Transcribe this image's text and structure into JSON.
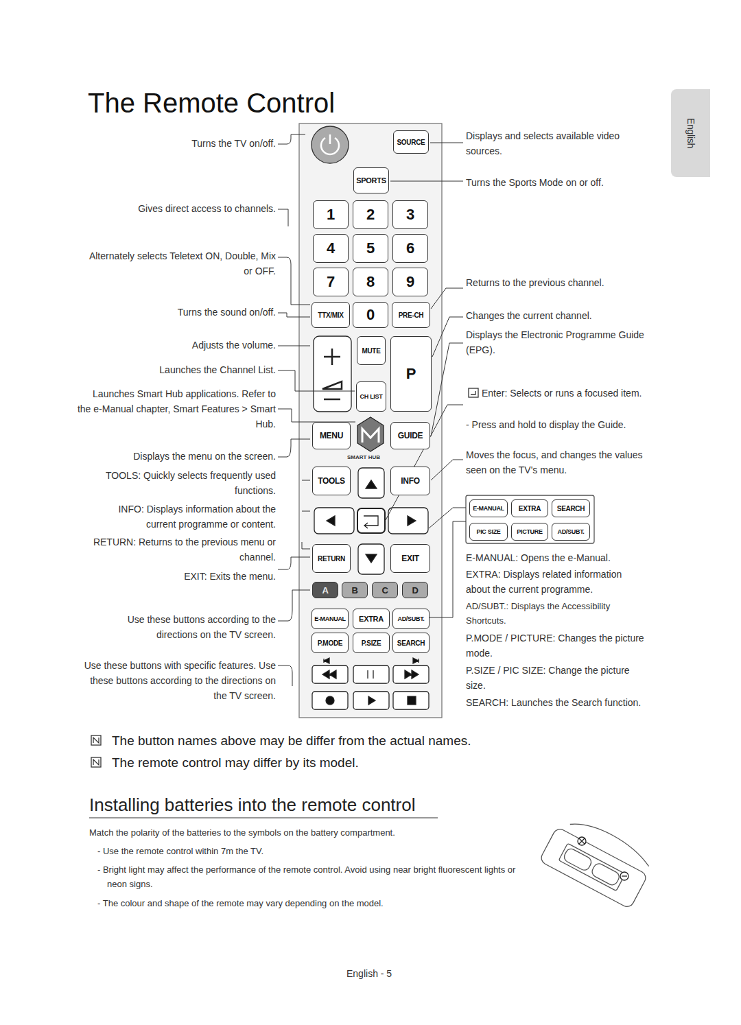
{
  "diagram": {
    "title": "The Remote Control",
    "nodes": [
      {
        "text": [
          "SOURCE"
        ]
      },
      {
        "text": [
          "SPORTS"
        ]
      },
      {
        "text": [
          "1"
        ]
      },
      {
        "text": [
          "2"
        ]
      },
      {
        "text": [
          "3"
        ]
      },
      {
        "text": [
          "4"
        ]
      },
      {
        "text": [
          "5"
        ]
      },
      {
        "text": [
          "6"
        ]
      },
      {
        "text": [
          "7"
        ]
      },
      {
        "text": [
          "8"
        ]
      },
      {
        "text": [
          "9"
        ]
      },
      {
        "text": [
          "TTX/MIX"
        ]
      },
      {
        "text": [
          "0"
        ]
      },
      {
        "text": [
          "PRE-CH"
        ]
      },
      {
        "text": [
          "MUTE"
        ]
      },
      {
        "text": [
          "P"
        ]
      },
      {
        "text": [
          "CH LIST"
        ]
      },
      {
        "text": [
          "MENU"
        ]
      },
      {
        "text": [
          "GUIDE"
        ]
      },
      {
        "text": [
          "TOOLS"
        ]
      },
      {
        "text": [
          "INFO"
        ]
      },
      {
        "text": [
          "RETURN"
        ]
      },
      {
        "text": [
          "EXIT"
        ]
      },
      {
        "text": [
          "A"
        ]
      },
      {
        "text": [
          "B"
        ]
      },
      {
        "text": [
          "C"
        ]
      },
      {
        "text": [
          "D"
        ]
      },
      {
        "text": [
          "E-MANUAL"
        ]
      },
      {
        "text": [
          "EXTRA"
        ]
      },
      {
        "text": [
          "AD/SUBT."
        ]
      },
      {
        "text": [
          "P.MODE"
        ]
      },
      {
        "text": [
          "P.SIZE"
        ]
      },
      {
        "text": [
          "SEARCH"
        ]
      },
      {
        "text": [
          "E-MANUAL"
        ]
      },
      {
        "text": [
          "EXTRA"
        ]
      },
      {
        "text": [
          "SEARCH"
        ]
      },
      {
        "text": [
          "PIC SIZE"
        ]
      },
      {
        "text": [
          "PICTURE"
        ]
      },
      {
        "text": [
          "AD/SUBT."
        ]
      },
      {
        "text": [
          "English"
        ]
      }
    ],
    "labels": [
      "Turns the TV on/off.",
      "Gives direct access to channels.",
      "Alternately selects Teletext ON, Double, Mix or OFF.",
      "Turns the sound on/off.",
      "Adjusts the volume.",
      "Launches the Channel List.",
      "Launches Smart Hub applications. Refer to the e-Manual chapter, Smart Features > Smart Hub.",
      "Displays the menu on the screen.",
      "TOOLS: Quickly selects frequently used functions.",
      "INFO: Displays information about the current programme or content.",
      "RETURN: Returns to the previous menu or channel.",
      "EXIT: Exits the menu.",
      "Use these buttons according to the directions on the TV screen.",
      "Use these buttons with specific features. Use these buttons according to the directions on the TV screen.",
      "Displays and selects available video sources.",
      "Turns the Sports Mode on or off.",
      "Returns to the previous channel.",
      "Changes the current channel.",
      "Displays the Electronic Programme Guide (EPG).",
      "Enter: Selects or runs a focused item.",
      "- Press and hold to display the Guide.",
      "Moves the focus, and changes the values seen on the TV's menu.",
      "E-MANUAL: Opens the e-Manual.",
      "EXTRA: Displays related information about the current programme.",
      "AD/SUBT.: Displays the Accessibility Shortcuts.",
      "P.MODE / PICTURE: Changes the picture mode.",
      "P.SIZE / PIC SIZE: Change the picture size.",
      "SEARCH: Launches the Search function.",
      "The button names above may be differ from the actual names.",
      "The remote control may differ by its model.",
      "Installing batteries into the remote control",
      "Match the polarity of the batteries to the symbols on the battery compartment.",
      "- Use the remote control within 7m the TV.",
      "- Bright light may affect the performance of the remote control. Avoid using near bright fluorescent lights or neon signs.",
      "- The colour and shape of the remote may vary depending on the model.",
      "English - 5",
      "SMART HUB"
    ]
  }
}
